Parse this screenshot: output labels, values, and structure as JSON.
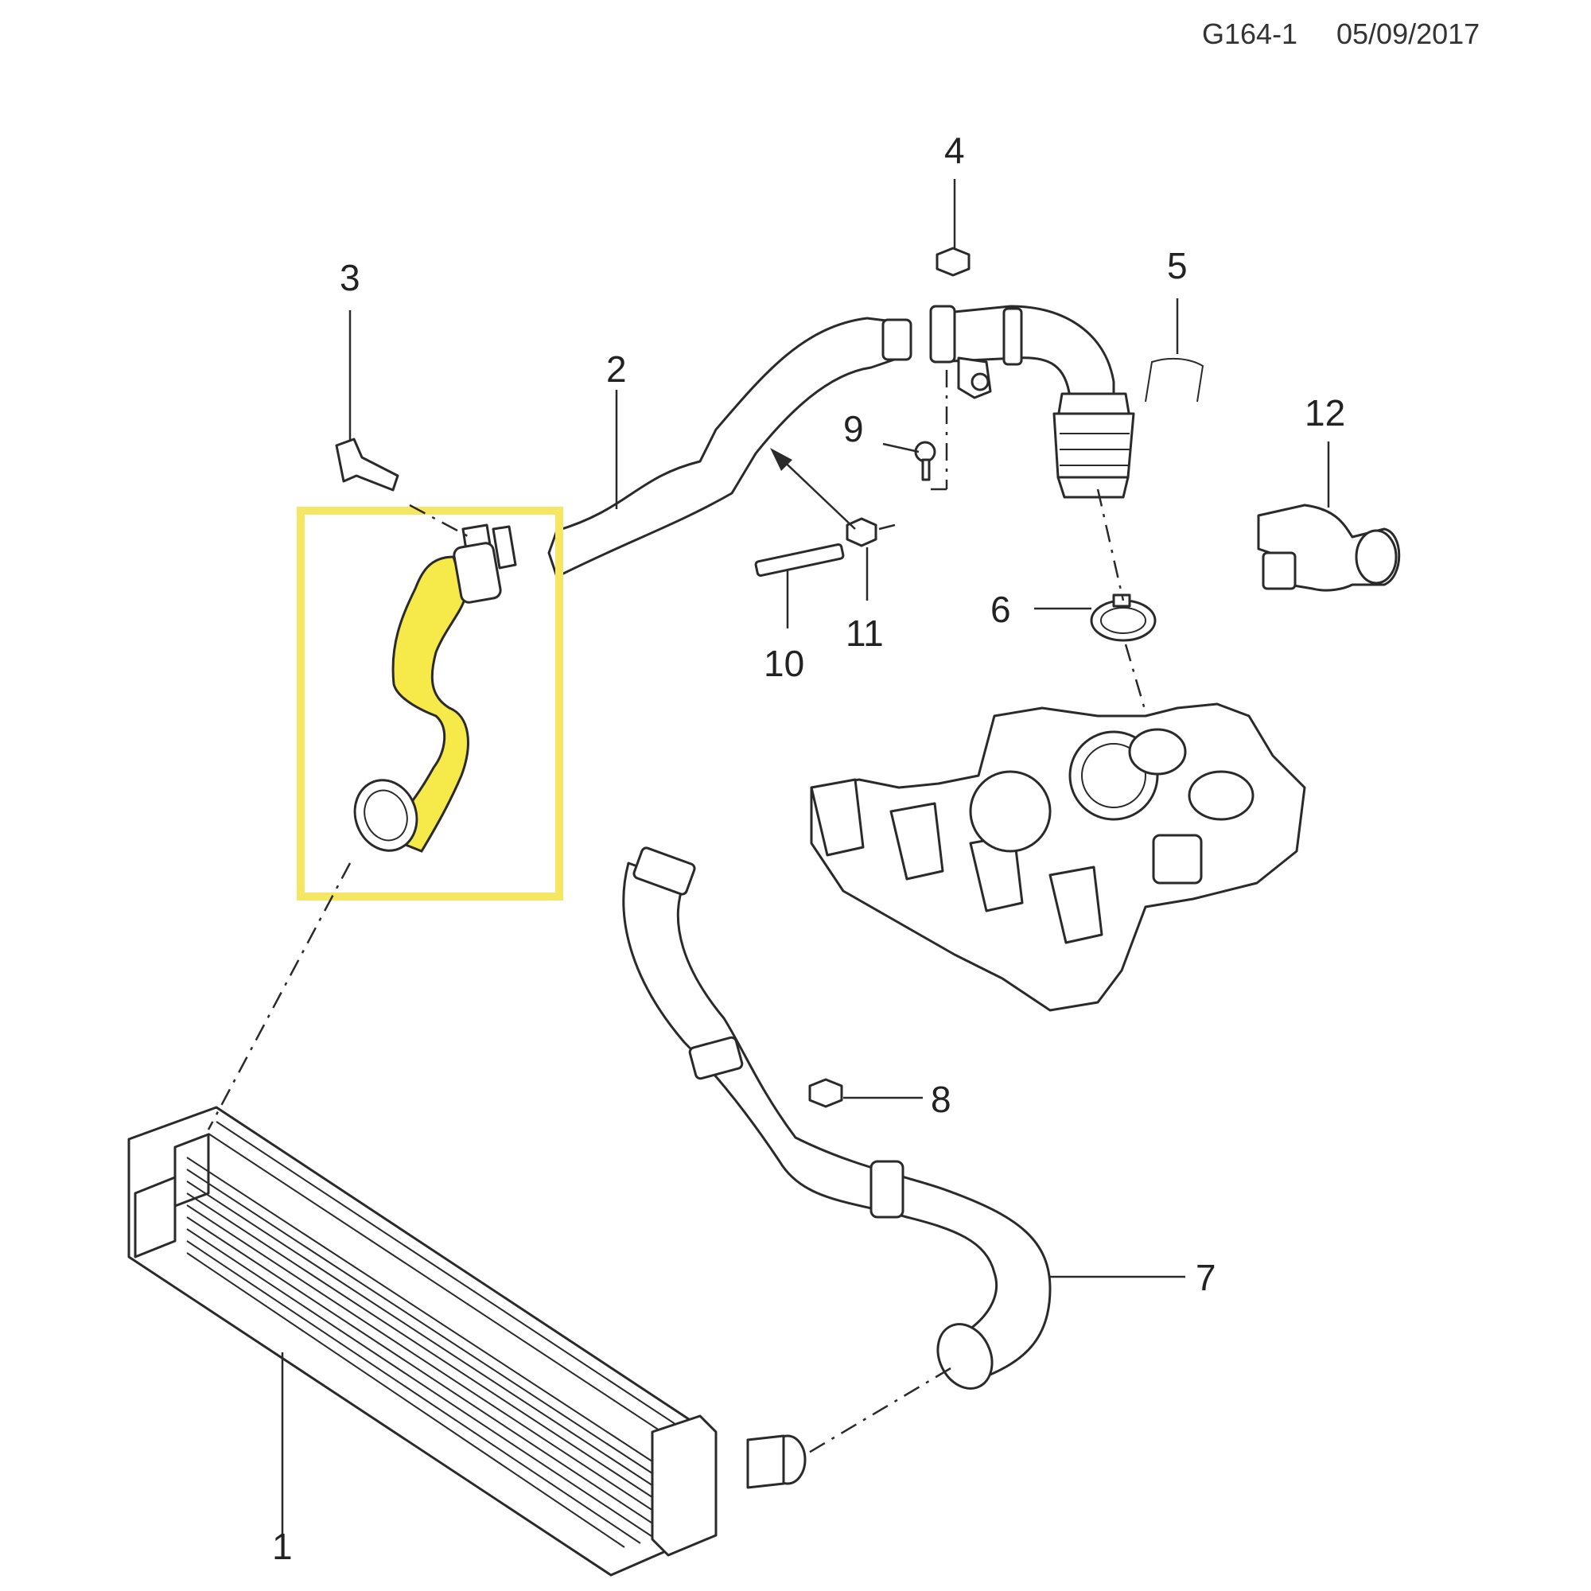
{
  "header": {
    "drawing_code": "G164-1",
    "date": "05/09/2017"
  },
  "callouts": [
    {
      "id": "1",
      "label": "1"
    },
    {
      "id": "2",
      "label": "2"
    },
    {
      "id": "3",
      "label": "3"
    },
    {
      "id": "4",
      "label": "4"
    },
    {
      "id": "5",
      "label": "5"
    },
    {
      "id": "6",
      "label": "6"
    },
    {
      "id": "7",
      "label": "7"
    },
    {
      "id": "8",
      "label": "8"
    },
    {
      "id": "9",
      "label": "9"
    },
    {
      "id": "10",
      "label": "10"
    },
    {
      "id": "11",
      "label": "11"
    },
    {
      "id": "12",
      "label": "12"
    }
  ],
  "highlight": {
    "color": "#F5E663",
    "part_fill": "#F6EA4B"
  }
}
